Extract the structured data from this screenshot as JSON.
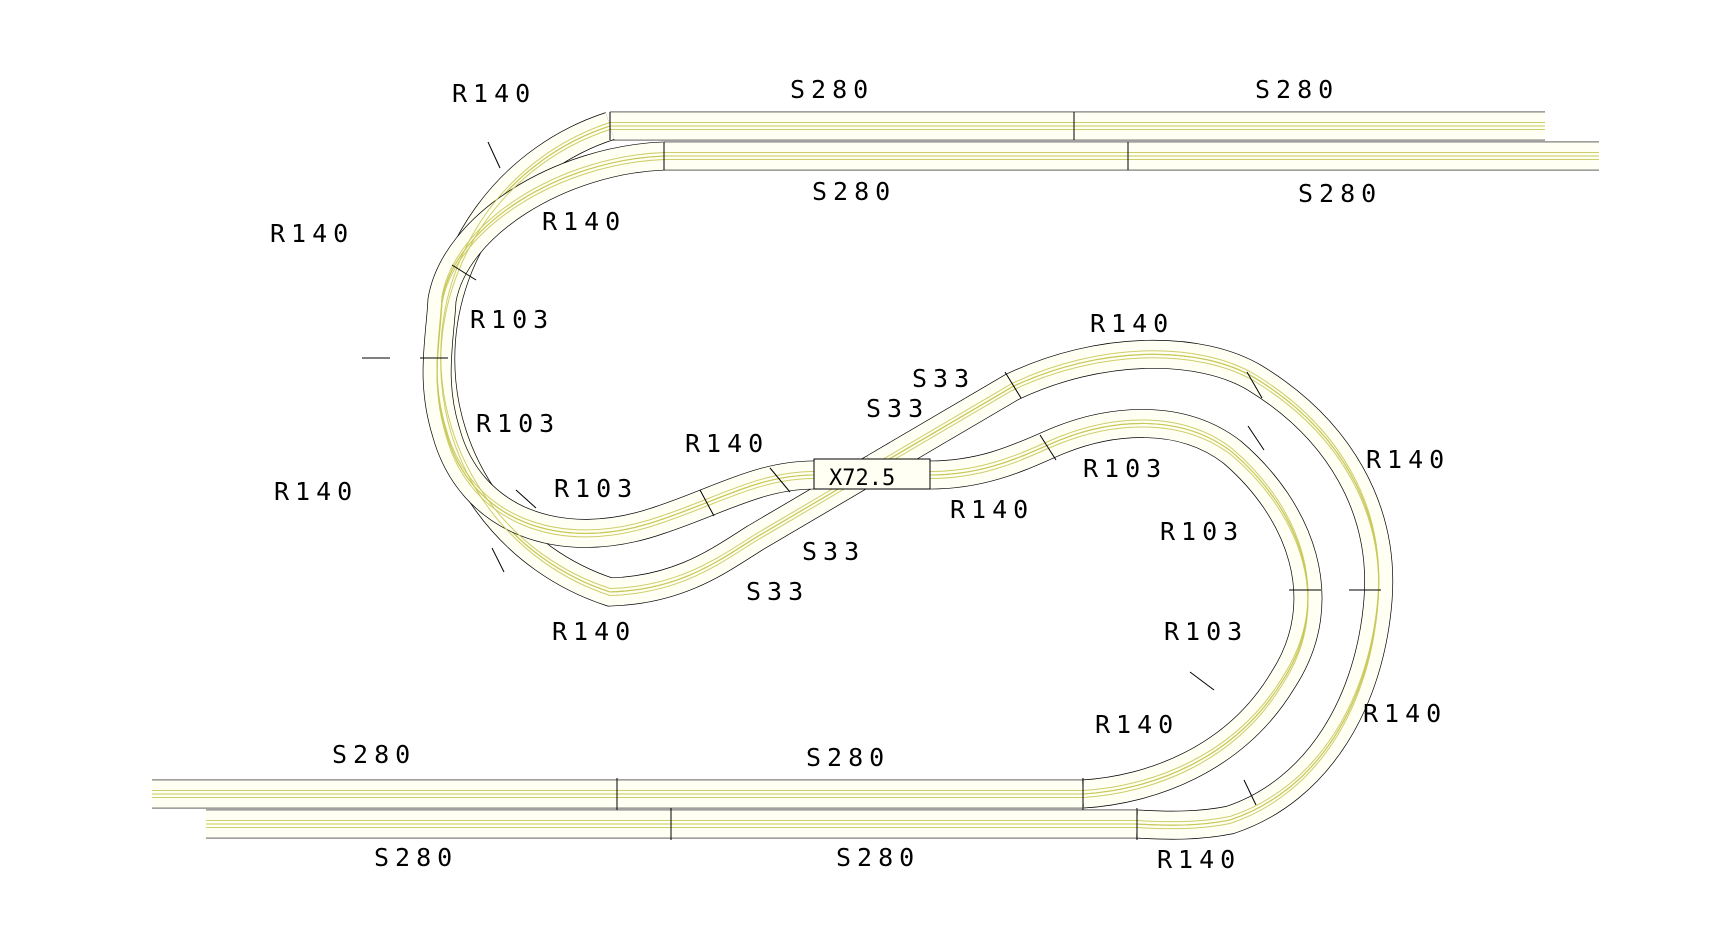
{
  "labels": {
    "s280": "S280",
    "r140": "R140",
    "r103": "R103",
    "s33": "S33",
    "x725": "X72.5"
  },
  "colors": {
    "tie": "#fffff4",
    "rail": "#c8c85a",
    "outline": "#000000"
  }
}
